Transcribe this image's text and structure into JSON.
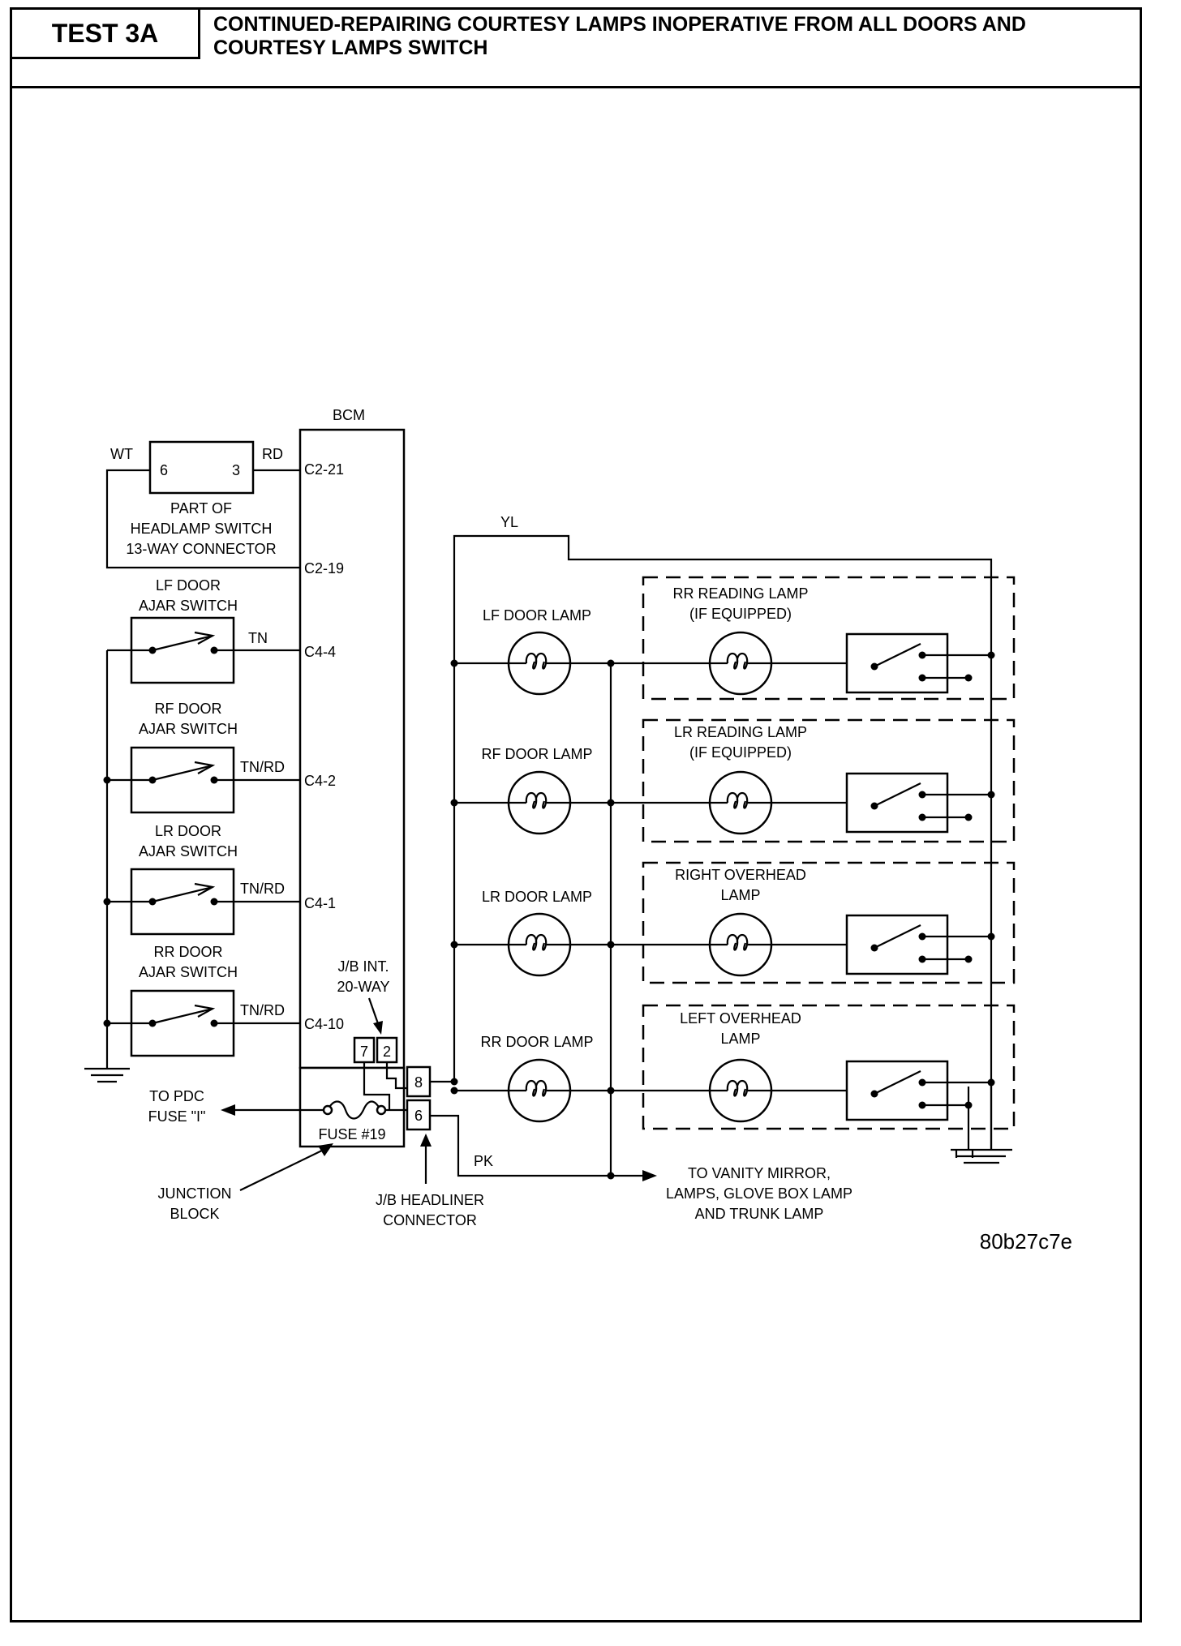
{
  "header": {
    "test_id": "TEST 3A",
    "title": "CONTINUED-REPAIRING COURTESY LAMPS INOPERATIVE FROM ALL DOORS AND COURTESY LAMPS SWITCH"
  },
  "diagram": {
    "bcm": {
      "label": "BCM",
      "pins": [
        "C2-21",
        "C2-19",
        "C4-4",
        "C4-2",
        "C4-1",
        "C4-10"
      ]
    },
    "headlamp_switch": {
      "pin_left": "6",
      "pin_right": "3",
      "wire_left": "WT",
      "wire_right": "RD",
      "caption": [
        "PART OF",
        "HEADLAMP SWITCH",
        "13-WAY CONNECTOR"
      ]
    },
    "door_switches": [
      {
        "name": [
          "LF DOOR",
          "AJAR SWITCH"
        ],
        "wire": "TN"
      },
      {
        "name": [
          "RF DOOR",
          "AJAR SWITCH"
        ],
        "wire": "TN/RD"
      },
      {
        "name": [
          "LR DOOR",
          "AJAR SWITCH"
        ],
        "wire": "TN/RD"
      },
      {
        "name": [
          "RR DOOR",
          "AJAR SWITCH"
        ],
        "wire": "TN/RD"
      }
    ],
    "jb_int": {
      "caption": [
        "J/B INT.",
        "20-WAY"
      ],
      "pins": [
        "7",
        "2"
      ]
    },
    "headliner": {
      "pins": [
        "8",
        "6"
      ],
      "caption": [
        "J/B HEADLINER",
        "CONNECTOR"
      ]
    },
    "fuse": {
      "label": "FUSE #19",
      "feed": [
        "TO PDC",
        "FUSE \"I\""
      ]
    },
    "junction_block": [
      "JUNCTION",
      "BLOCK"
    ],
    "wire_yl": "YL",
    "wire_pk": "PK",
    "door_lamps": [
      "LF DOOR LAMP",
      "RF DOOR LAMP",
      "LR DOOR LAMP",
      "RR  DOOR LAMP"
    ],
    "overhead_lamps": [
      [
        "RR READING LAMP",
        "(IF EQUIPPED)"
      ],
      [
        "LR READING LAMP",
        "(IF EQUIPPED)"
      ],
      [
        "RIGHT OVERHEAD",
        "LAMP"
      ],
      [
        "LEFT OVERHEAD",
        "LAMP"
      ]
    ],
    "vanity_feed": [
      "TO VANITY MIRROR,",
      "LAMPS, GLOVE BOX LAMP",
      "AND TRUNK LAMP"
    ],
    "figure_id": "80b27c7e"
  }
}
